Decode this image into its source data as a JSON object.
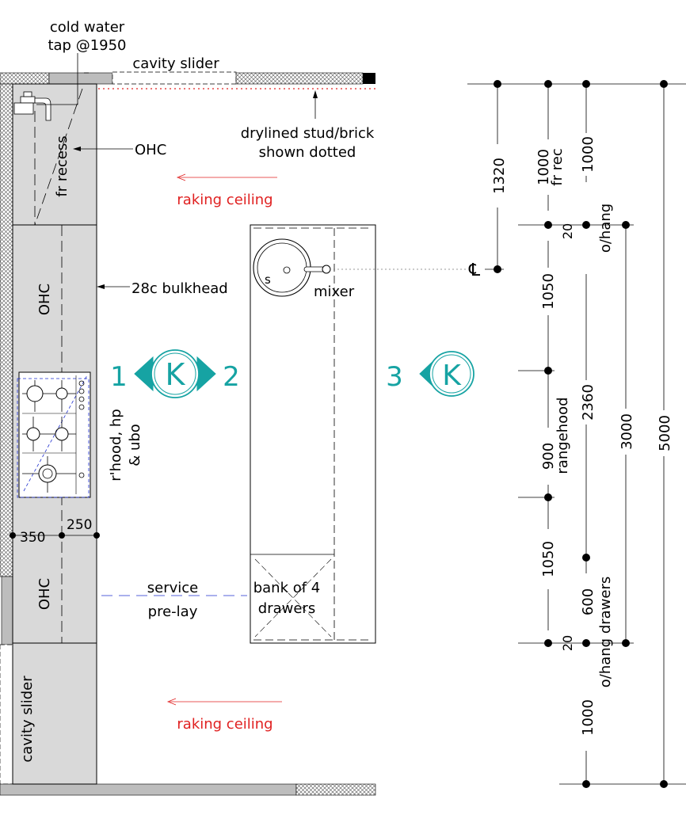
{
  "notes": {
    "cold_water": "cold water",
    "tap": "tap @1950",
    "cavity_slider_top": "cavity slider",
    "drylined_1": "drylined stud/brick",
    "drylined_2": "shown dotted",
    "raking_top": "raking ceiling",
    "raking_bottom": "raking ceiling",
    "ohc_callout": "OHC",
    "bulkhead": "28c bulkhead",
    "fr_recess": "fr recess",
    "ohc_upper": "OHC",
    "ohc_lower": "OHC",
    "rhood_1": "r'hood, hp",
    "rhood_2": "& ubo",
    "dim_350": "350",
    "dim_250": "250",
    "service_1": "service",
    "service_2": "pre-lay",
    "cavity_slider_side": "cavity slider",
    "sink_s": "s",
    "mixer": "mixer",
    "drawers_1": "bank of 4",
    "drawers_2": "drawers",
    "centerline": "℄"
  },
  "elevation_markers": [
    {
      "label": "1"
    },
    {
      "label": "K"
    },
    {
      "label": "2"
    },
    {
      "label": "3"
    },
    {
      "label": "K"
    }
  ],
  "dimensions": {
    "d1320": "1320",
    "d1000a": "1000",
    "d1000a_sub": "fr rec",
    "d1000b": "1000",
    "d20a": "20",
    "ohang": "o/hang",
    "d1050a": "1050",
    "d900": "900",
    "d900_sub": "rangehood",
    "d2360": "2360",
    "d3000": "3000",
    "d5000": "5000",
    "d1050b": "1050",
    "d600": "600",
    "d600_sub": "o/hang drawers",
    "d20b": "20",
    "d1000c": "1000"
  },
  "colors": {
    "line": "#000000",
    "bench": "#d9d9d9",
    "red": "#e02020",
    "teal": "#16a3a3",
    "blue": "#1f2fd0"
  }
}
